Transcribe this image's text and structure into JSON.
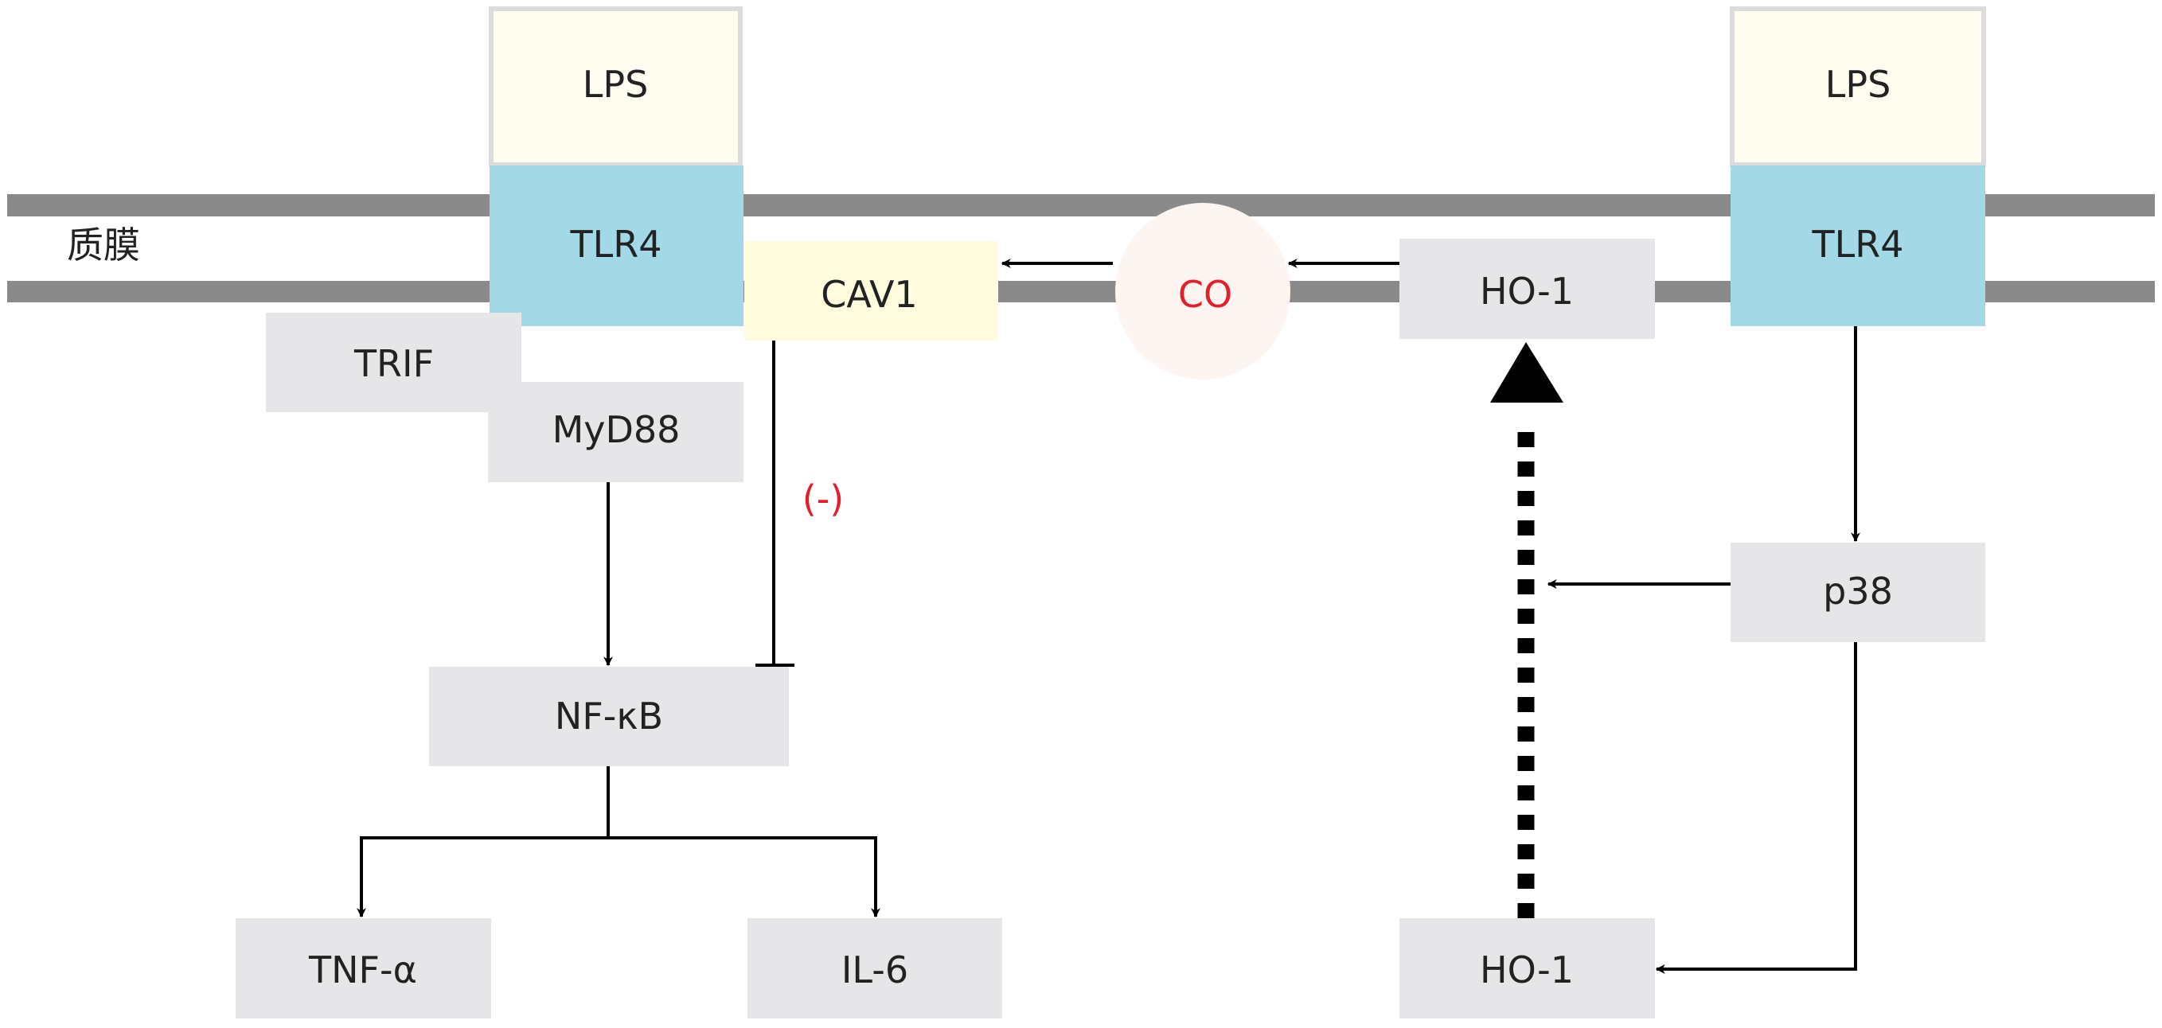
{
  "membrane": {
    "label": "质膜",
    "color": "#8a8a8a"
  },
  "nodes": {
    "lps_left": "LPS",
    "tlr4_left": "TLR4",
    "trif": "TRIF",
    "myd88": "MyD88",
    "cav1": "CAV1",
    "co": "CO",
    "ho1_top": "HO-1",
    "lps_right": "LPS",
    "tlr4_right": "TLR4",
    "p38": "p38",
    "nfkb": "NF-κB",
    "tnfa": "TNF-α",
    "il6": "IL-6",
    "ho1_bottom": "HO-1"
  },
  "annotations": {
    "inhibit": "(-)"
  },
  "edges": [
    {
      "from": "ho1_top",
      "to": "co",
      "type": "arrow"
    },
    {
      "from": "co",
      "to": "cav1",
      "type": "arrow"
    },
    {
      "from": "cav1",
      "to": "nfkb",
      "type": "inhibition"
    },
    {
      "from": "myd88",
      "to": "nfkb",
      "type": "arrow"
    },
    {
      "from": "nfkb",
      "to": "tnfa",
      "type": "arrow"
    },
    {
      "from": "nfkb",
      "to": "il6",
      "type": "arrow"
    },
    {
      "from": "tlr4_right",
      "to": "p38",
      "type": "arrow"
    },
    {
      "from": "p38",
      "to": "ho1_bottom",
      "type": "arrow"
    },
    {
      "from": "p38",
      "to": "ho1_dashed_path",
      "type": "arrow"
    },
    {
      "from": "ho1_bottom",
      "to": "ho1_top",
      "type": "dashed-thick-arrow"
    }
  ],
  "colors": {
    "lps_fill": "#fefdf0",
    "lps_border": "#dcdcdc",
    "tlr4_fill": "#a3d8e6",
    "cav1_fill": "#fefcdc",
    "box_fill": "#e6e6e8",
    "co_fill": "#fdf5f2",
    "co_text": "#e0202a"
  }
}
